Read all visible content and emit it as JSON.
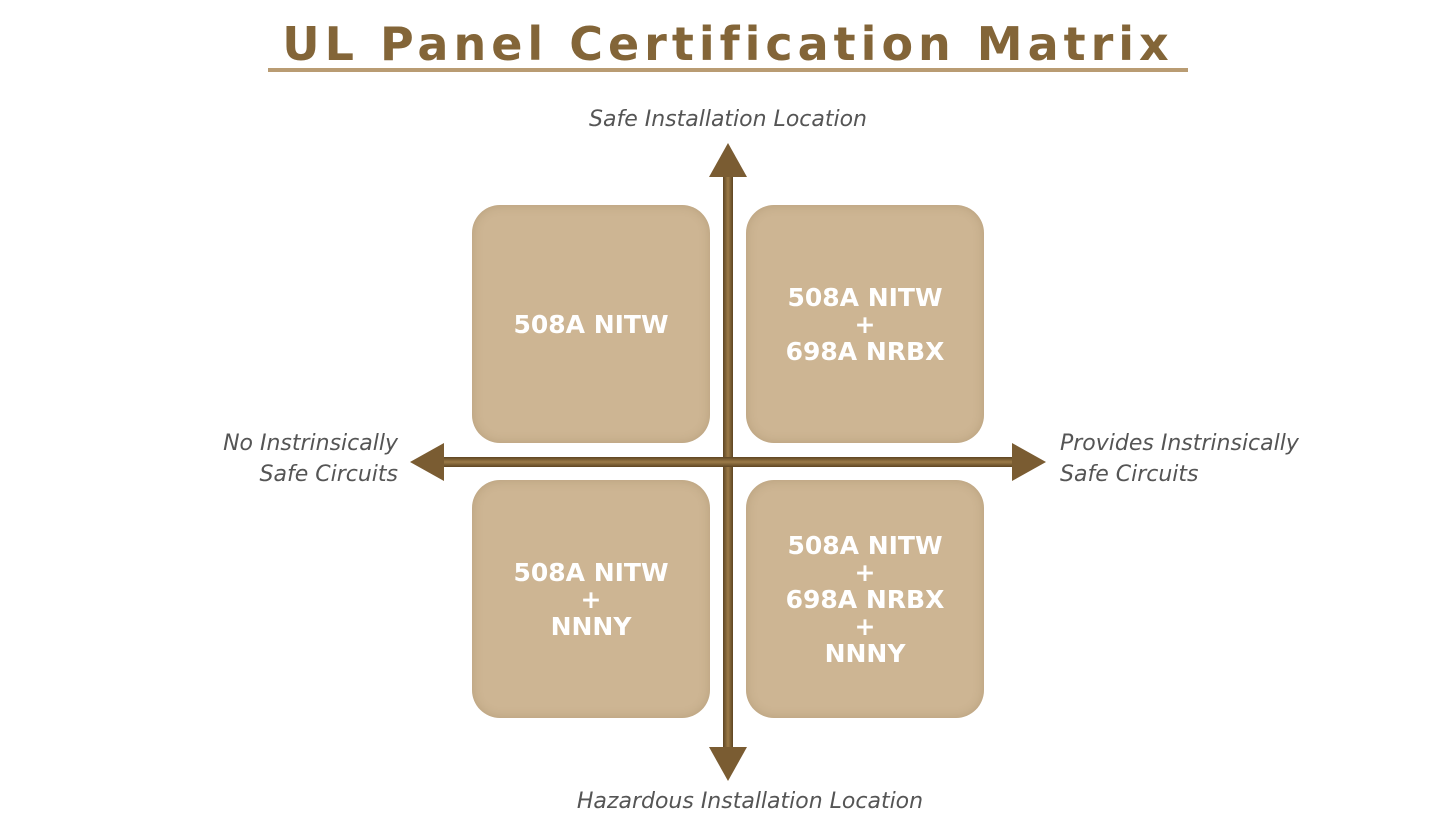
{
  "title": "UL Panel Certification Matrix",
  "axes": {
    "top": "Safe Installation Location",
    "bottom": "Hazardous Installation Location",
    "left_line1": "No Instrinsically",
    "left_line2": "Safe Circuits",
    "right_line1": "Provides Instrinsically",
    "right_line2": "Safe Circuits"
  },
  "quadrants": {
    "top_left": [
      "508A NITW"
    ],
    "top_right": [
      "508A NITW",
      "+",
      "698A NRBX"
    ],
    "bottom_left": [
      "508A NITW",
      "+",
      "NNNY"
    ],
    "bottom_right": [
      "508A NITW",
      "+",
      "698A NRBX",
      "+",
      "NNNY"
    ]
  },
  "colors": {
    "title": "#836538",
    "axis": "#7a5c32",
    "box": "#cdb593",
    "box_text": "#ffffff",
    "label_text": "#555555"
  }
}
